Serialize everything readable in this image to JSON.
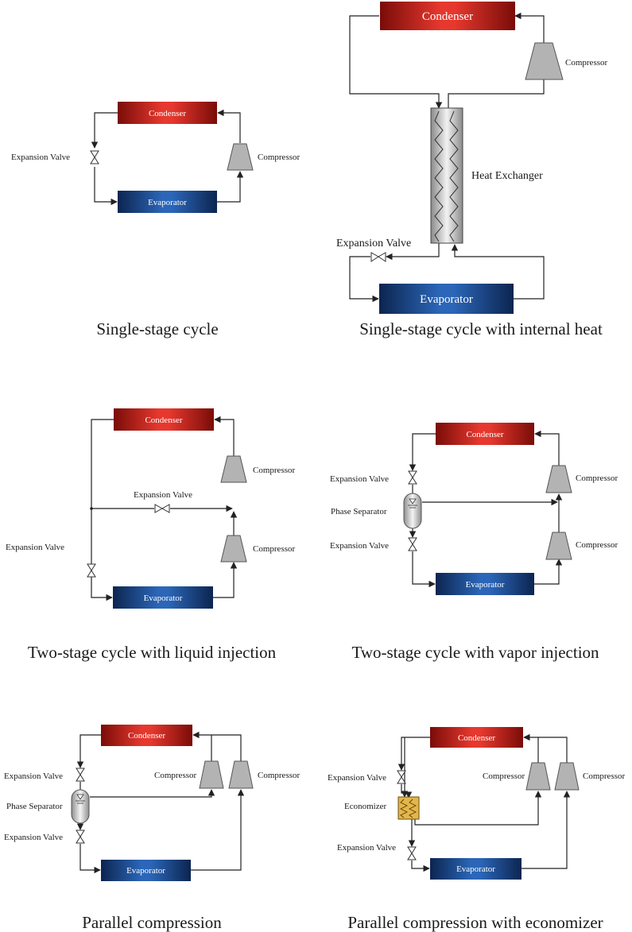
{
  "diagrams": [
    {
      "caption": "Single-stage cycle",
      "labels": {
        "condenser": "Condenser",
        "evaporator": "Evaporator",
        "compressor": "Compressor",
        "expansion_valve": "Expansion Valve"
      }
    },
    {
      "caption": "Single-stage cycle with internal heat",
      "labels": {
        "condenser": "Condenser",
        "evaporator": "Evaporator",
        "compressor": "Compressor",
        "expansion_valve": "Expansion Valve",
        "heat_exchanger": "Heat Exchanger"
      }
    },
    {
      "caption": "Two-stage cycle with liquid injection",
      "labels": {
        "condenser": "Condenser",
        "evaporator": "Evaporator",
        "compressor_high": "Compressor",
        "compressor_low": "Compressor",
        "expansion_valve_injection": "Expansion Valve",
        "expansion_valve_main": "Expansion Valve"
      }
    },
    {
      "caption": "Two-stage cycle with vapor injection",
      "labels": {
        "condenser": "Condenser",
        "evaporator": "Evaporator",
        "compressor_high": "Compressor",
        "compressor_low": "Compressor",
        "expansion_valve_high": "Expansion Valve",
        "expansion_valve_low": "Expansion Valve",
        "phase_separator": "Phase Separator"
      }
    },
    {
      "caption": "Parallel compression",
      "labels": {
        "condenser": "Condenser",
        "evaporator": "Evaporator",
        "compressor_left": "Compressor",
        "compressor_right": "Compressor",
        "expansion_valve_high": "Expansion Valve",
        "expansion_valve_low": "Expansion Valve",
        "phase_separator": "Phase Separator"
      }
    },
    {
      "caption": "Parallel compression with economizer",
      "labels": {
        "condenser": "Condenser",
        "evaporator": "Evaporator",
        "compressor_left": "Compressor",
        "compressor_right": "Compressor",
        "expansion_valve_high": "Expansion Valve",
        "expansion_valve_low": "Expansion Valve",
        "economizer": "Economizer"
      }
    }
  ],
  "colors": {
    "condenser": "#d42a22",
    "evaporator": "#1c4f96",
    "compressor": "#b3b3b3",
    "line": "#222222",
    "economizer": "#e2b64a"
  }
}
